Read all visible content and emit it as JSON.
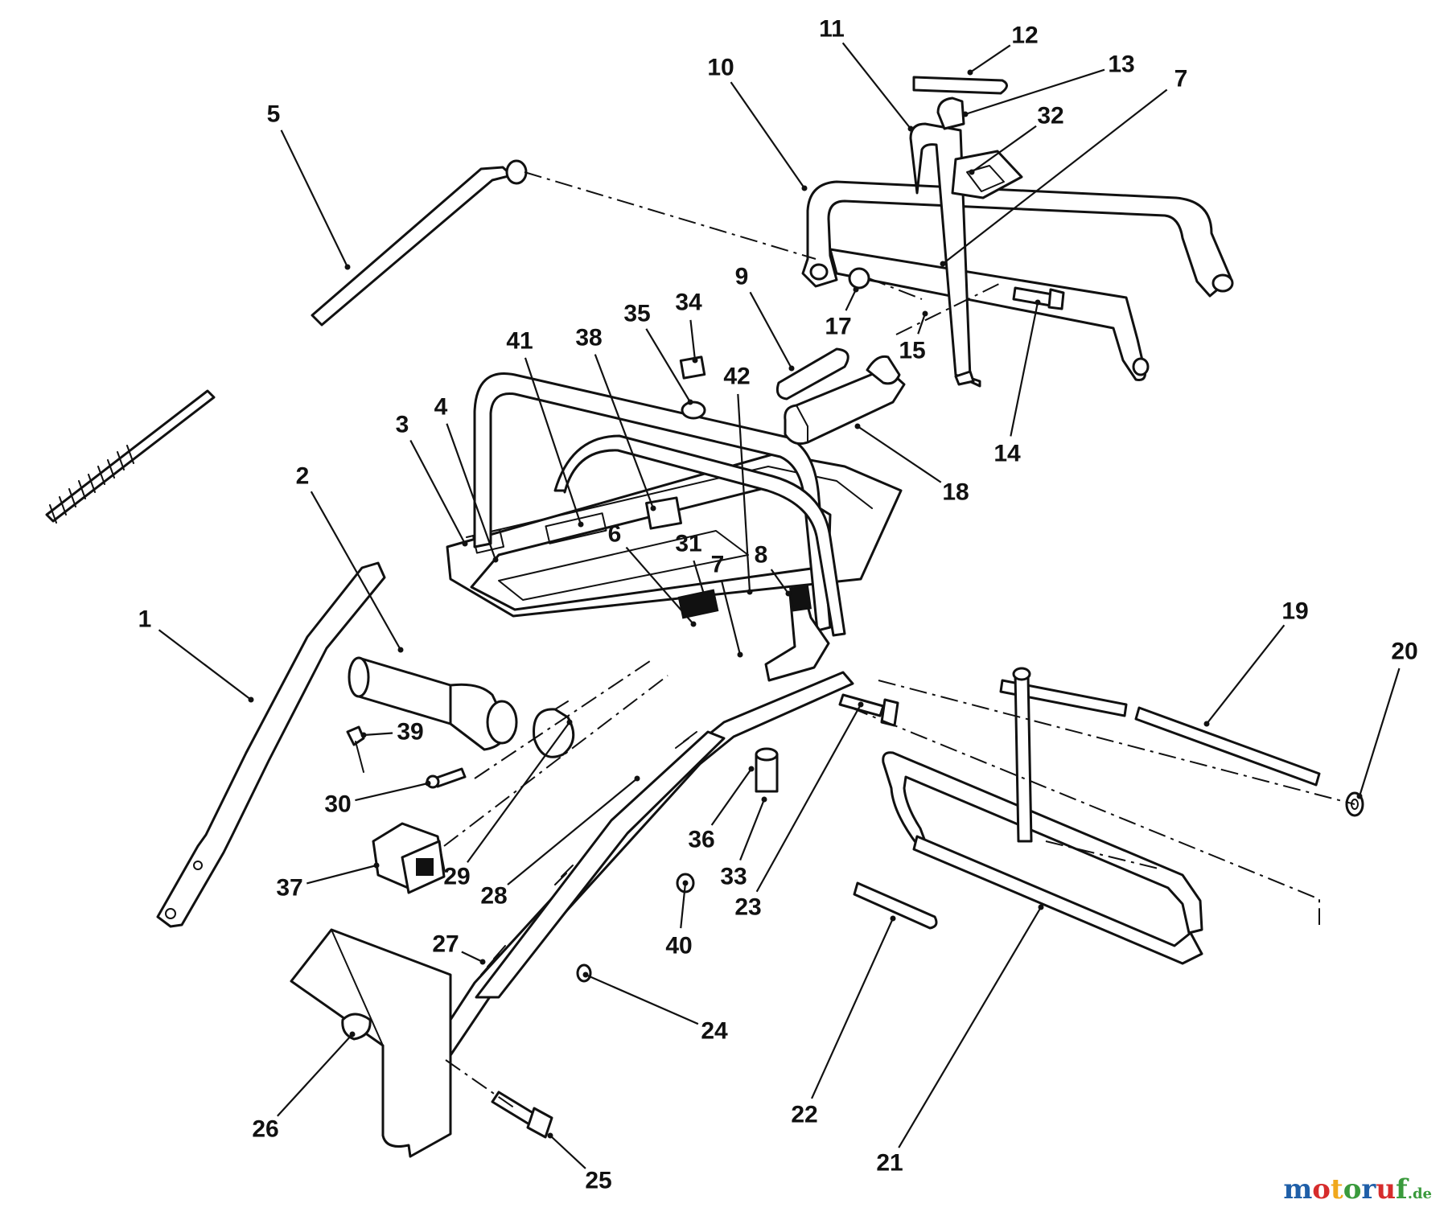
{
  "diagram": {
    "type": "exploded-parts-diagram",
    "callouts": [
      "1",
      "2",
      "3",
      "4",
      "5",
      "6",
      "7",
      "7",
      "8",
      "9",
      "10",
      "11",
      "12",
      "13",
      "14",
      "15",
      "17",
      "18",
      "19",
      "20",
      "21",
      "22",
      "23",
      "24",
      "25",
      "26",
      "27",
      "28",
      "29",
      "30",
      "31",
      "32",
      "33",
      "34",
      "35",
      "36",
      "37",
      "38",
      "39",
      "40",
      "41",
      "42"
    ]
  },
  "watermark": {
    "parts": [
      "m",
      "o",
      "t",
      "o",
      "r",
      "u",
      "f"
    ],
    "suffix": ".de",
    "colors": [
      "#1f5fa8",
      "#d62c2c",
      "#f0a81c",
      "#3a9a3c",
      "#1f5fa8",
      "#d62c2c",
      "#3a9a3c"
    ]
  }
}
